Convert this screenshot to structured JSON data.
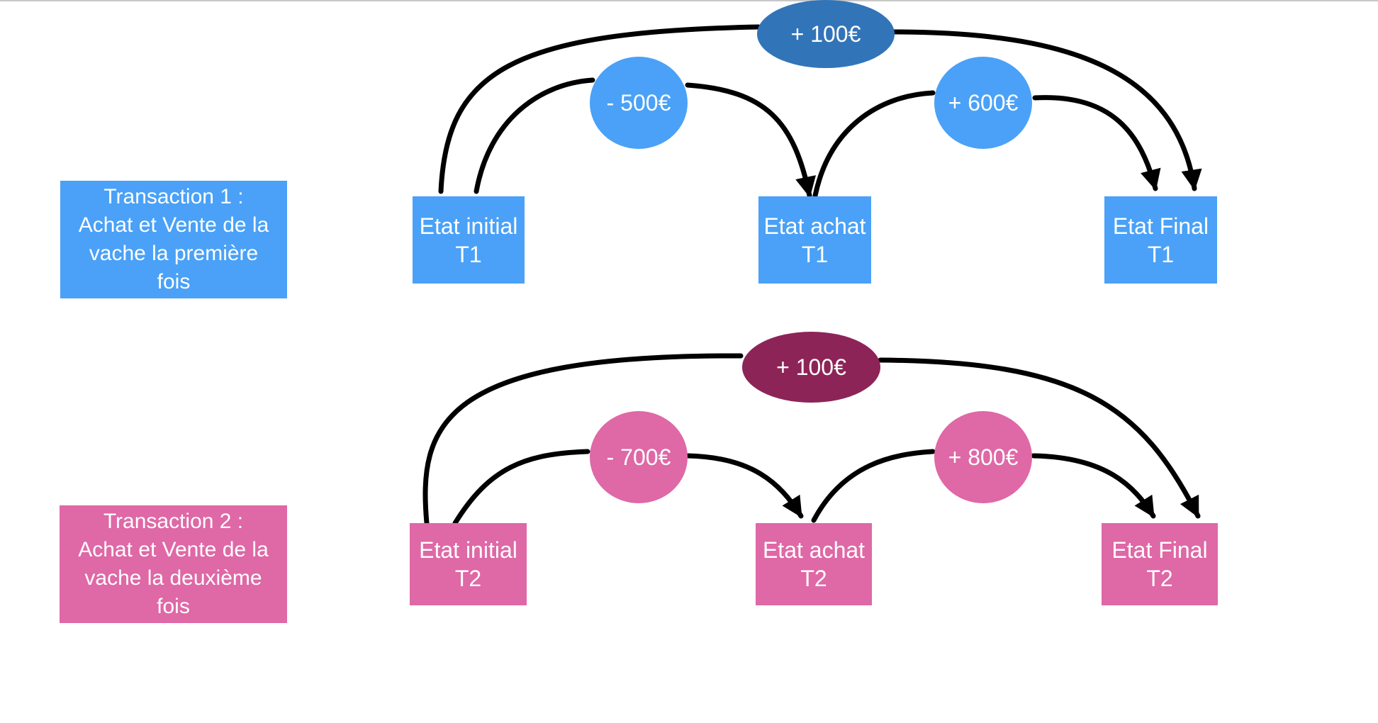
{
  "colors": {
    "blue": "#4aa1f7",
    "blue_dark": "#3274b8",
    "pink": "#df68a6",
    "plum": "#8d2457",
    "arrow": "#000000"
  },
  "transaction1": {
    "label": "Transaction 1 :\nAchat et Vente de la\nvache la première\nfois",
    "states": {
      "initial": "Etat initial\nT1",
      "achat": "Etat achat\nT1",
      "final": "Etat Final\nT1"
    },
    "amounts": {
      "total": "+ 100€",
      "buy": "- 500€",
      "sell": "+ 600€"
    }
  },
  "transaction2": {
    "label": "Transaction 2 :\nAchat et Vente de la\nvache la deuxième\nfois",
    "states": {
      "initial": "Etat initial\nT2",
      "achat": "Etat achat\nT2",
      "final": "Etat Final\nT2"
    },
    "amounts": {
      "total": "+ 100€",
      "buy": "- 700€",
      "sell": "+ 800€"
    }
  }
}
